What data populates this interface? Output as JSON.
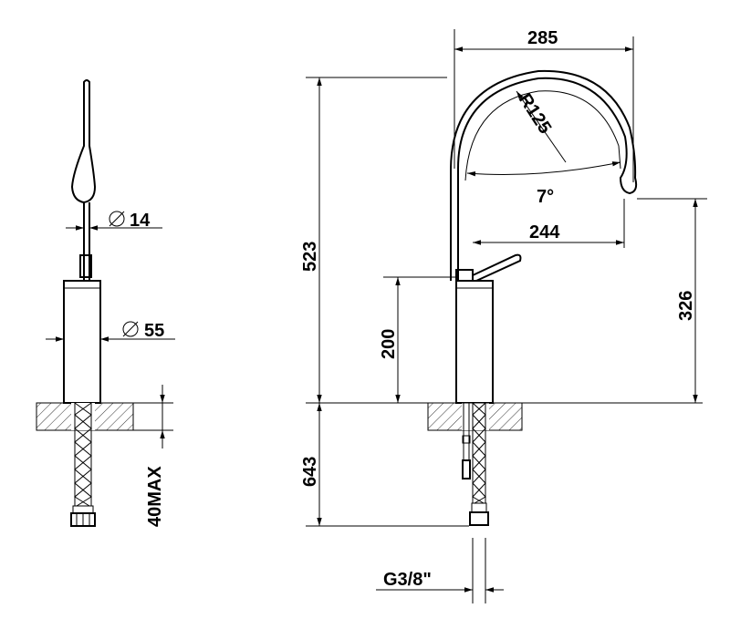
{
  "dimensions": {
    "width_285": "285",
    "radius": "R125",
    "angle": "7°",
    "width_244": "244",
    "height_523": "523",
    "height_200": "200",
    "height_326": "326",
    "height_643": "643",
    "dia_14": "14",
    "dia_55": "55",
    "max_40": "40MAX",
    "thread": "G3/8\""
  },
  "colors": {
    "line": "#000000",
    "background": "#ffffff"
  }
}
